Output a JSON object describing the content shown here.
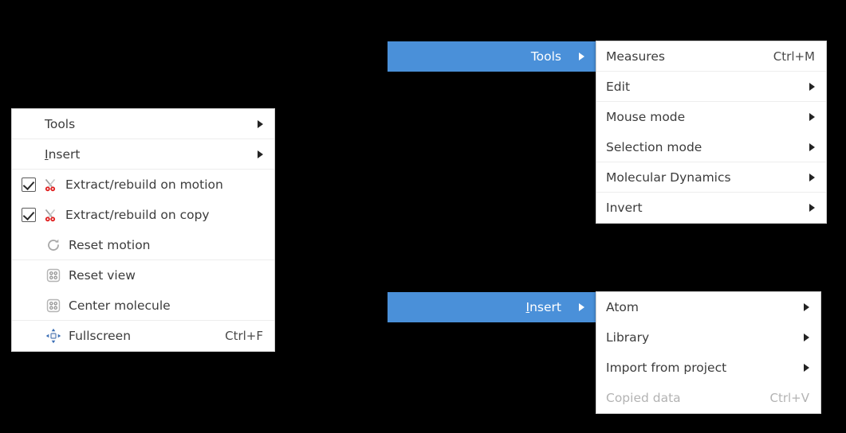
{
  "theme": {
    "highlight_color": "#4a90d9",
    "menu_background": "#ffffff",
    "text_color": "#3c3c3c",
    "disabled_text_color": "#b3b3b3",
    "separator_color": "#ededed",
    "page_background": "#000000"
  },
  "context_menu": {
    "name": "molecule-context-menu",
    "items": [
      {
        "label": "Tools",
        "icon": "",
        "accel": "",
        "submenu": true,
        "checkbox": null,
        "disabled": false,
        "separator_below": true
      },
      {
        "label": "Insert",
        "accel_key": "I",
        "icon": "",
        "accel": "",
        "submenu": true,
        "checkbox": null,
        "disabled": false,
        "separator_below": true
      },
      {
        "label": "Extract/rebuild on motion",
        "icon": "scissors-icon",
        "accel": "",
        "submenu": false,
        "checkbox": true,
        "disabled": false,
        "separator_below": false
      },
      {
        "label": "Extract/rebuild on copy",
        "icon": "scissors-icon",
        "accel": "",
        "submenu": false,
        "checkbox": true,
        "disabled": false,
        "separator_below": false
      },
      {
        "label": "Reset motion",
        "icon": "reset-rotation-icon",
        "accel": "",
        "submenu": false,
        "checkbox": null,
        "disabled": false,
        "separator_below": true
      },
      {
        "label": "Reset view",
        "icon": "grid-view-icon",
        "accel": "",
        "submenu": false,
        "checkbox": null,
        "disabled": false,
        "separator_below": false
      },
      {
        "label": "Center molecule",
        "icon": "grid-view-icon",
        "accel": "",
        "submenu": false,
        "checkbox": null,
        "disabled": false,
        "separator_below": true
      },
      {
        "label": "Fullscreen",
        "icon": "fullscreen-icon",
        "accel": "Ctrl+F",
        "submenu": false,
        "checkbox": null,
        "disabled": false,
        "separator_below": false
      }
    ]
  },
  "tools_parent": {
    "label": "Tools",
    "arrow": "chevron-right-icon"
  },
  "insert_parent": {
    "label_prefix": "I",
    "label_rest": "nsert",
    "arrow": "chevron-right-icon"
  },
  "tools_submenu": {
    "name": "tools-submenu",
    "items": [
      {
        "label": "Measures",
        "accel": "Ctrl+M",
        "submenu": false,
        "disabled": false,
        "separator_below": true
      },
      {
        "label": "Edit",
        "accel": "",
        "submenu": true,
        "disabled": false,
        "separator_below": true
      },
      {
        "label": "Mouse mode",
        "accel": "",
        "submenu": true,
        "disabled": false,
        "separator_below": false
      },
      {
        "label": "Selection mode",
        "accel": "",
        "submenu": true,
        "disabled": false,
        "separator_below": true
      },
      {
        "label": "Molecular Dynamics",
        "accel": "",
        "submenu": true,
        "disabled": false,
        "separator_below": true
      },
      {
        "label": "Invert",
        "accel": "",
        "submenu": true,
        "disabled": false,
        "separator_below": false
      }
    ]
  },
  "insert_submenu": {
    "name": "insert-submenu",
    "items": [
      {
        "label": "Atom",
        "accel": "",
        "submenu": true,
        "disabled": false,
        "separator_below": false
      },
      {
        "label": "Library",
        "accel": "",
        "submenu": true,
        "disabled": false,
        "separator_below": false
      },
      {
        "label": "Import from project",
        "accel": "",
        "submenu": true,
        "disabled": false,
        "separator_below": false
      },
      {
        "label": "Copied data",
        "accel": "Ctrl+V",
        "submenu": false,
        "disabled": true,
        "separator_below": false
      }
    ]
  }
}
